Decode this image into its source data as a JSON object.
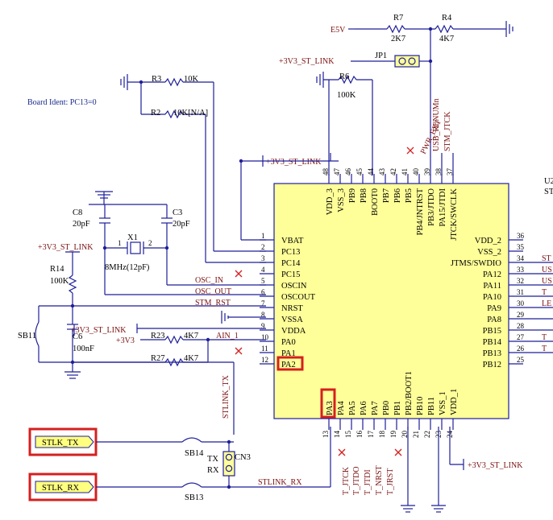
{
  "board_ident": "Board Ident: PC13=0",
  "colors": {
    "wire": "#1f1f99",
    "ic_fill": "#ffff99",
    "label": "#7a1010",
    "highlight": "#d42020",
    "port_fill": "#ffff80"
  },
  "power": {
    "e5v": "E5V",
    "v33_jp1": "+3V3_ST_LINK",
    "v33_top": "+3V3_ST_LINK",
    "v33_left": "+3V3_ST_LINK",
    "v33_pa0": "+3V3_ST_LINK",
    "v33_plus": "+3V3",
    "v33_bottom": "+3V3_ST_LINK"
  },
  "resistors": {
    "r7": {
      "ref": "R7",
      "val": "2K7"
    },
    "r4": {
      "ref": "R4",
      "val": "4K7"
    },
    "r6": {
      "ref": "R6",
      "val": "100K"
    },
    "r3": {
      "ref": "R3",
      "val": "10K"
    },
    "r2": {
      "ref": "R2",
      "val": "10K[N/A]"
    },
    "r14": {
      "ref": "R14",
      "val": "100K"
    },
    "r23": {
      "ref": "R23",
      "val": "4K7"
    },
    "r27": {
      "ref": "R27",
      "val": "4K7"
    }
  },
  "caps": {
    "c8": {
      "ref": "C8",
      "val": "20pF"
    },
    "c3": {
      "ref": "C3",
      "val": "20pF"
    },
    "c6": {
      "ref": "C6",
      "val": "100nF"
    }
  },
  "crystal": {
    "ref": "X1",
    "val": "8MHz(12pF)",
    "p1": "1",
    "p2": "2"
  },
  "jumper": {
    "ref": "JP1"
  },
  "connector": {
    "ref": "CN3",
    "tx": "TX",
    "rx": "RX"
  },
  "solder_bridges": {
    "sb11": "SB11",
    "sb14": "SB14",
    "sb13": "SB13"
  },
  "nets": {
    "osc_in": "OSC_IN",
    "osc_out": "OSC_OUT",
    "stm_rst": "STM_RST",
    "ain1": "AIN_1",
    "stlink_tx": "STLINK_TX",
    "stlink_rx": "STLINK_RX",
    "pwr_ext": "PWR_EXT",
    "usb_renum": "USB_RENUMn",
    "stm_jtck": "STM_JTCK",
    "t_jtck": "T_JTCK",
    "t_jtdo": "T_JTDO",
    "t_jtdi": "T_JTDI",
    "t_nrst": "T_NRST",
    "t_jrst": "T_JRST"
  },
  "ports": {
    "stlk_tx": "STLK_TX",
    "stlk_rx": "STLK_RX"
  },
  "ic": {
    "ref_partial": "U2",
    "ref_partial2": "ST",
    "left_pins": [
      {
        "num": "1",
        "name": "VBAT"
      },
      {
        "num": "2",
        "name": "PC13"
      },
      {
        "num": "3",
        "name": "PC14"
      },
      {
        "num": "4",
        "name": "PC15"
      },
      {
        "num": "5",
        "name": "OSCIN"
      },
      {
        "num": "6",
        "name": "OSCOUT"
      },
      {
        "num": "7",
        "name": "NRST"
      },
      {
        "num": "8",
        "name": "VSSA"
      },
      {
        "num": "9",
        "name": "VDDA"
      },
      {
        "num": "10",
        "name": "PA0"
      },
      {
        "num": "11",
        "name": "PA1"
      },
      {
        "num": "12",
        "name": "PA2"
      }
    ],
    "top_pins": [
      {
        "num": "48",
        "name": "VDD_3"
      },
      {
        "num": "47",
        "name": "VSS_3"
      },
      {
        "num": "46",
        "name": "PB9"
      },
      {
        "num": "45",
        "name": "PB8"
      },
      {
        "num": "44",
        "name": "BOOT0"
      },
      {
        "num": "43",
        "name": "PB7"
      },
      {
        "num": "42",
        "name": "PB6"
      },
      {
        "num": "41",
        "name": "PB5"
      },
      {
        "num": "40",
        "name": "PB4/JNTRST"
      },
      {
        "num": "39",
        "name": "PB3/JTDO"
      },
      {
        "num": "38",
        "name": "PA15/JTDI"
      },
      {
        "num": "37",
        "name": "JTCK/SWCLK"
      }
    ],
    "right_pins": [
      {
        "num": "36",
        "name": "VDD_2"
      },
      {
        "num": "35",
        "name": "VSS_2"
      },
      {
        "num": "34",
        "name": "JTMS/SWDIO"
      },
      {
        "num": "33",
        "name": "PA12"
      },
      {
        "num": "32",
        "name": "PA11"
      },
      {
        "num": "31",
        "name": "PA10"
      },
      {
        "num": "30",
        "name": "PA9"
      },
      {
        "num": "29",
        "name": "PA8"
      },
      {
        "num": "28",
        "name": "PB15"
      },
      {
        "num": "27",
        "name": "PB14"
      },
      {
        "num": "26",
        "name": "PB13"
      },
      {
        "num": "25",
        "name": "PB12"
      }
    ],
    "bottom_pins": [
      {
        "num": "13",
        "name": "PA3"
      },
      {
        "num": "14",
        "name": "PA4"
      },
      {
        "num": "15",
        "name": "PA5"
      },
      {
        "num": "16",
        "name": "PA6"
      },
      {
        "num": "17",
        "name": "PA7"
      },
      {
        "num": "18",
        "name": "PB0"
      },
      {
        "num": "19",
        "name": "PB1"
      },
      {
        "num": "20",
        "name": "PB2/BOOT1"
      },
      {
        "num": "21",
        "name": "PB10"
      },
      {
        "num": "22",
        "name": "PB11"
      },
      {
        "num": "23",
        "name": "VSS_1"
      },
      {
        "num": "24",
        "name": "VDD_1"
      }
    ],
    "right_net_stubs": [
      "ST",
      "US",
      "US",
      "T",
      "LE",
      "",
      "",
      "T",
      "T"
    ]
  }
}
